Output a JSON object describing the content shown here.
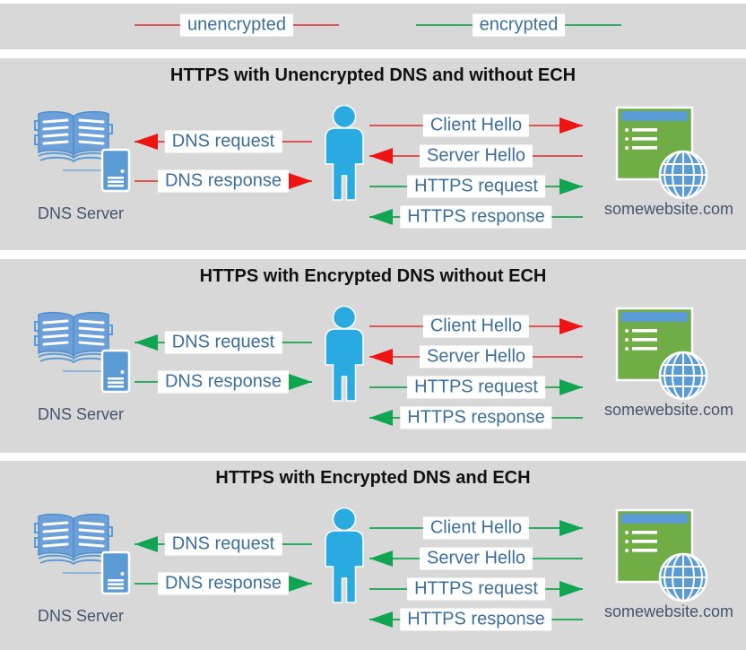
{
  "legend": {
    "items": [
      {
        "label": "unencrypted",
        "color": "red"
      },
      {
        "label": "encrypted",
        "color": "green"
      }
    ]
  },
  "colors": {
    "panel_bg": "#d8d8d8",
    "red_line": "#e05252",
    "red_head": "#ee1414",
    "green_line": "#2fa95d",
    "green_head": "#12a551",
    "label_text": "#3c6e9e",
    "node_text": "#44546a",
    "title_text": "#111111",
    "person_blue": "#29abe2",
    "icon_blue": "#5b9bd5",
    "site_green": "#70ad47"
  },
  "icons": {
    "dns_server": [
      "open-book-icon",
      "server-icon"
    ],
    "user": "person-icon",
    "website": "browser-globe-icon",
    "arrowheads": [
      "arrowhead-left-icon",
      "arrowhead-right-icon"
    ]
  },
  "panels": [
    {
      "title": "HTTPS with Unencrypted DNS and without ECH",
      "dns_server_label": "DNS Server",
      "website_label": "somewebsite.com",
      "left_arrows": [
        {
          "label": "DNS request",
          "color": "red",
          "dir": "left"
        },
        {
          "label": "DNS response",
          "color": "red",
          "dir": "right"
        }
      ],
      "right_arrows": [
        {
          "label": "Client Hello",
          "color": "red",
          "dir": "right"
        },
        {
          "label": "Server Hello",
          "color": "red",
          "dir": "left"
        },
        {
          "label": "HTTPS request",
          "color": "green",
          "dir": "right"
        },
        {
          "label": "HTTPS response",
          "color": "green",
          "dir": "left"
        }
      ]
    },
    {
      "title": "HTTPS with Encrypted DNS without ECH",
      "dns_server_label": "DNS Server",
      "website_label": "somewebsite.com",
      "left_arrows": [
        {
          "label": "DNS request",
          "color": "green",
          "dir": "left"
        },
        {
          "label": "DNS response",
          "color": "green",
          "dir": "right"
        }
      ],
      "right_arrows": [
        {
          "label": "Client Hello",
          "color": "red",
          "dir": "right"
        },
        {
          "label": "Server Hello",
          "color": "red",
          "dir": "left"
        },
        {
          "label": "HTTPS request",
          "color": "green",
          "dir": "right"
        },
        {
          "label": "HTTPS response",
          "color": "green",
          "dir": "left"
        }
      ]
    },
    {
      "title": "HTTPS with Encrypted DNS and ECH",
      "dns_server_label": "DNS Server",
      "website_label": "somewebsite.com",
      "left_arrows": [
        {
          "label": "DNS request",
          "color": "green",
          "dir": "left"
        },
        {
          "label": "DNS response",
          "color": "green",
          "dir": "right"
        }
      ],
      "right_arrows": [
        {
          "label": "Client Hello",
          "color": "green",
          "dir": "right"
        },
        {
          "label": "Server Hello",
          "color": "green",
          "dir": "left"
        },
        {
          "label": "HTTPS request",
          "color": "green",
          "dir": "right"
        },
        {
          "label": "HTTPS response",
          "color": "green",
          "dir": "left"
        }
      ]
    }
  ]
}
